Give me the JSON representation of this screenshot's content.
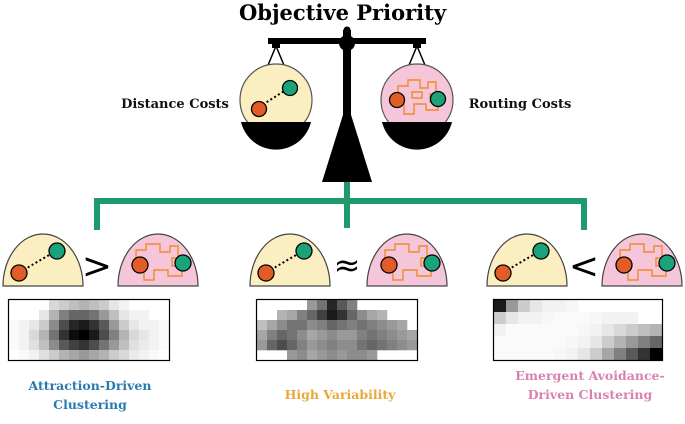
{
  "title": "Objective Priority",
  "labels": {
    "distance_costs": "Distance Costs",
    "routing_costs": "Routing Costs"
  },
  "comparisons": [
    {
      "symbol": ">",
      "caption": "Attraction-Driven Clustering",
      "caption_color": "#2a7ab0",
      "heatmap": "central-dark"
    },
    {
      "symbol": "≈",
      "caption": "High Variability",
      "caption_color": "#e8a83a",
      "heatmap": "mixed-gray"
    },
    {
      "symbol": "<",
      "caption": "Emergent Avoidance-Driven Clustering",
      "caption_color": "#d981b2",
      "heatmap": "edge-dark"
    }
  ],
  "colors": {
    "distance_bg": "#fbeec0",
    "routing_bg": "#f5c6da",
    "node_orange": "#e25c28",
    "node_green": "#1aa27a",
    "route_line": "#f08a2a",
    "tree_green": "#1f9a6c",
    "scale": "#000000"
  }
}
